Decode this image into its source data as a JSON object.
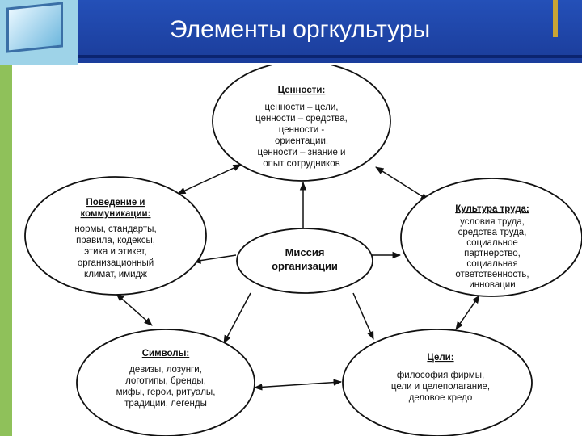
{
  "slide": {
    "title": "Элементы оргкультуры",
    "colors": {
      "header": "#1a3d9c",
      "accent": "#c8a435",
      "left_strip": "#8fc15a"
    }
  },
  "diagram": {
    "center": {
      "lines": [
        "Миссия",
        "организации"
      ]
    },
    "nodes": {
      "values": {
        "heading": "Ценности:",
        "lines": [
          "ценности – цели,",
          "ценности – средства,",
          "ценности -",
          "ориентации,",
          "ценности – знание и",
          "опыт сотрудников"
        ]
      },
      "behavior": {
        "heading": [
          "Поведение и",
          "коммуникации:"
        ],
        "lines": [
          "нормы, стандарты,",
          "правила, кодексы,",
          "этика и этикет,",
          "организационный",
          "климат, имидж"
        ]
      },
      "work_culture": {
        "heading": "Культура труда:",
        "lines": [
          "условия труда,",
          "средства труда,",
          "социальное",
          "партнерство,",
          "социальная",
          "ответственность,",
          "инновации"
        ]
      },
      "symbols": {
        "heading": "Символы:",
        "lines": [
          "девизы, лозунги,",
          "логотипы, бренды,",
          "мифы, герои, ритуалы,",
          "традиции, легенды"
        ]
      },
      "goals": {
        "heading": "Цели:",
        "lines": [
          "философия фирмы,",
          "цели и целеполагание,",
          "деловое кредо"
        ]
      }
    }
  }
}
